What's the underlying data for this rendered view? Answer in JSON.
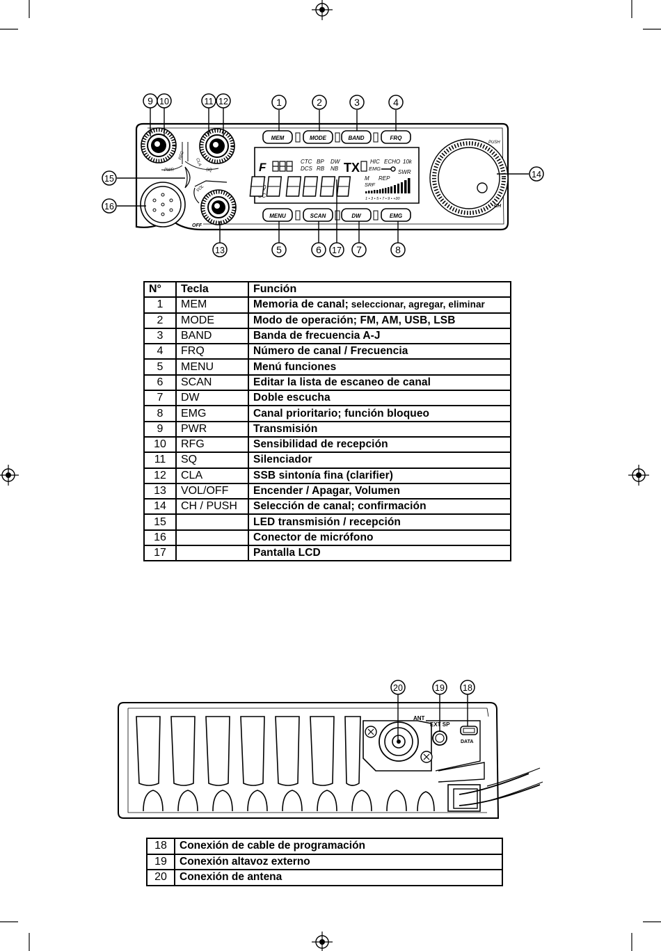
{
  "front_panel": {
    "buttons_top": [
      "MEM",
      "MODE",
      "BAND",
      "FRQ"
    ],
    "buttons_bottom": [
      "MENU",
      "SCAN",
      "DW",
      "EMG"
    ],
    "knob_labels": {
      "pwr": "PWR",
      "rfg": "RFG",
      "cla": "CLA",
      "sq": "SQ",
      "vol": "VOL",
      "off": "OFF",
      "push": "PUSH",
      "ch": "CH"
    },
    "lcd": {
      "left_indicators": [
        "F",
        "RT",
        "AQ",
        "SC"
      ],
      "top_indicators": [
        "CTC",
        "DCS",
        "BP",
        "RB",
        "DW",
        "NB",
        "TX",
        "HIC",
        "EMG",
        "ECHO",
        "10k",
        "SWR",
        "M",
        "SRF",
        "REP"
      ],
      "meter_scale": "1 • 3 • 5 • 7 • 9 • +30"
    },
    "callouts": [
      "1",
      "2",
      "3",
      "4",
      "5",
      "6",
      "7",
      "8",
      "9",
      "10",
      "11",
      "12",
      "13",
      "14",
      "15",
      "16",
      "17"
    ]
  },
  "keys_table": {
    "headers": [
      "N°",
      "Tecla",
      "Función"
    ],
    "rows": [
      {
        "num": "1",
        "key": "MEM",
        "fn": "Memoria de canal;",
        "fn_small": " seleccionar, agregar, eliminar"
      },
      {
        "num": "2",
        "key": "MODE",
        "fn": "Modo de operación; FM, AM, USB, LSB"
      },
      {
        "num": "3",
        "key": "BAND",
        "fn": "Banda de frecuencia A-J"
      },
      {
        "num": "4",
        "key": "FRQ",
        "fn": "Número de canal / Frecuencia"
      },
      {
        "num": "5",
        "key": "MENU",
        "fn": "Menú funciones"
      },
      {
        "num": "6",
        "key": "SCAN",
        "fn": "Editar la lista de escaneo de canal"
      },
      {
        "num": "7",
        "key": "DW",
        "fn": "Doble escucha"
      },
      {
        "num": "8",
        "key": "EMG",
        "fn": "Canal prioritario; función bloqueo"
      },
      {
        "num": "9",
        "key": "PWR",
        "fn": "Transmisión"
      },
      {
        "num": "10",
        "key": "RFG",
        "fn": "Sensibilidad de recepción"
      },
      {
        "num": "11",
        "key": "SQ",
        "fn": "Silenciador"
      },
      {
        "num": "12",
        "key": "CLA",
        "fn": "SSB sintonía fina (clarifier)"
      },
      {
        "num": "13",
        "key": "VOL/OFF",
        "fn": "Encender / Apagar, Volumen"
      },
      {
        "num": "14",
        "key": "CH / PUSH",
        "fn": "Selección de canal; confirmación"
      },
      {
        "num": "15",
        "key": "",
        "fn": "LED transmisión / recepción"
      },
      {
        "num": "16",
        "key": "",
        "fn": "Conector de micrófono"
      },
      {
        "num": "17",
        "key": "",
        "fn": "Pantalla LCD"
      }
    ]
  },
  "rear_panel": {
    "labels": {
      "ant": "ANT",
      "ext_sp": "EXT SP",
      "data": "DATA"
    },
    "callouts": [
      "20",
      "19",
      "18"
    ]
  },
  "rear_table": {
    "rows": [
      {
        "num": "18",
        "fn": "Conexión de cable de programación"
      },
      {
        "num": "19",
        "fn": "Conexión altavoz externo"
      },
      {
        "num": "20",
        "fn": "Conexión de antena"
      }
    ]
  }
}
